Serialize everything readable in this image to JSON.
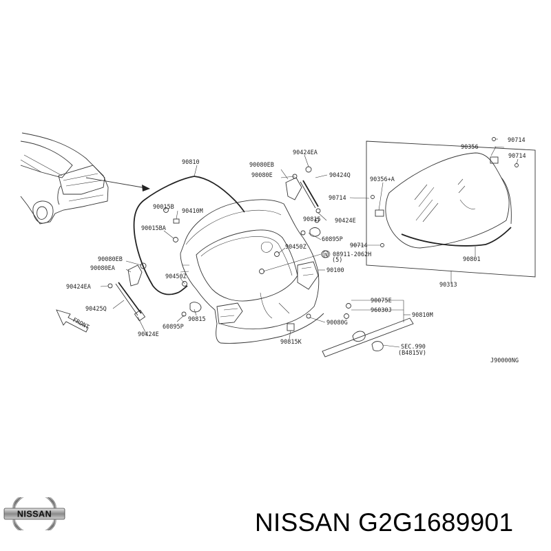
{
  "diagram": {
    "code": "J90000NG",
    "front_label": "FRONT",
    "labels": {
      "l_90810": "90810",
      "l_90015b": "90015B",
      "l_90410m": "90410M",
      "l_90015ba": "90015BA",
      "l_90080eb_l": "90080EB",
      "l_90080ea_l": "90080EA",
      "l_90424ea_l": "90424EA",
      "l_90425q": "90425Q",
      "l_90424e_l": "90424E",
      "l_90450z_l": "90450Z",
      "l_60895p_l": "60895P",
      "l_90815_l": "90815",
      "l_90424ea_t": "90424EA",
      "l_90080eb_t": "90080EB",
      "l_90080e": "90080E",
      "l_90424q": "90424Q",
      "l_90714_mid": "90714",
      "l_90815_t": "90815",
      "l_90424e_t": "90424E",
      "l_60895p_t": "60895P",
      "l_90450z_t": "90450Z",
      "l_90714_low": "90714",
      "l_bolt": "08911-2062H",
      "l_bolt_qty": "(5)",
      "l_90100": "90100",
      "l_90075e": "90075E",
      "l_96030j": "96030J",
      "l_90810m": "90810M",
      "l_90080g": "90080G",
      "l_90815k": "90815K",
      "l_sec": "SEC.990",
      "l_sec_ref": "(B4815V)",
      "l_90714_tr": "90714",
      "l_90356_top": "90356",
      "l_90714_r": "90714",
      "l_90356a": "90356+A",
      "l_90801": "90801",
      "l_90313": "90313"
    }
  },
  "brand": {
    "logo_text": "NISSAN",
    "caption": "NISSAN G2G1689901"
  }
}
